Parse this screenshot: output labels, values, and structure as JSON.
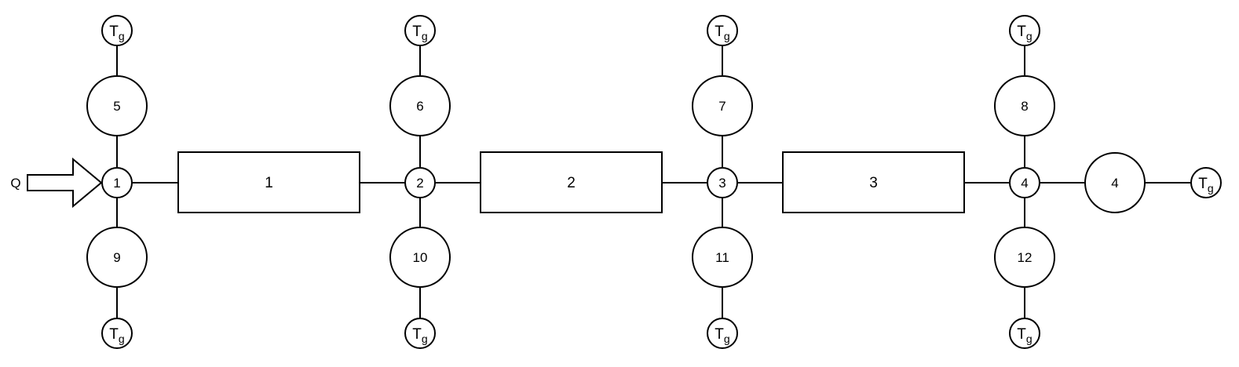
{
  "diagram": {
    "input_label": "Q",
    "ambient": {
      "main": "T",
      "sub": "g"
    },
    "blocks": [
      "1",
      "2",
      "3"
    ],
    "junctions": [
      "1",
      "2",
      "3",
      "4"
    ],
    "upper_nodes": [
      "5",
      "6",
      "7",
      "8"
    ],
    "lower_nodes": [
      "9",
      "10",
      "11",
      "12"
    ],
    "end_node": "4"
  }
}
